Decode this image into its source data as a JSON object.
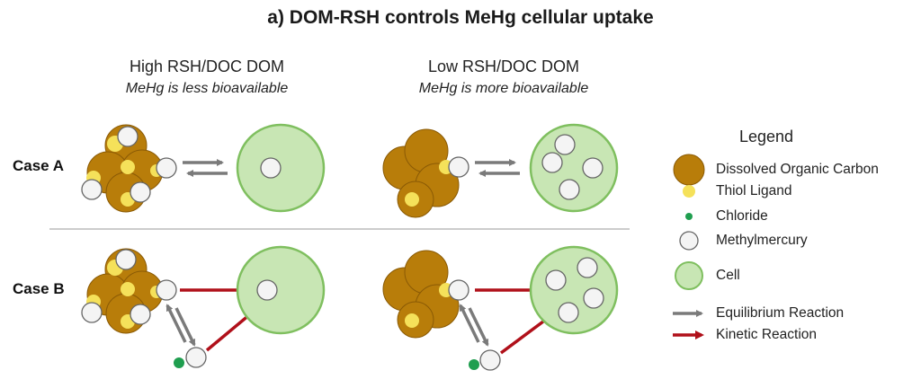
{
  "title": "a) DOM-RSH controls MeHg cellular uptake",
  "columns": [
    {
      "heading": "High RSH/DOC DOM",
      "subheading": "MeHg is less bioavailable"
    },
    {
      "heading": "Low RSH/DOC DOM",
      "subheading": "MeHg is more bioavailable"
    }
  ],
  "cases": [
    {
      "label": "Case A"
    },
    {
      "label": "Case B"
    }
  ],
  "legend": {
    "title": "Legend",
    "items": [
      {
        "label": "Dissolved Organic Carbon",
        "icon": "doc-blob-icon",
        "color": "#b87d0a"
      },
      {
        "label": "Thiol Ligand",
        "icon": "thiol-dot-icon",
        "color": "#f5e15a"
      },
      {
        "label": "Chloride",
        "icon": "chloride-dot-icon",
        "color": "#1f9e4f"
      },
      {
        "label": "Methylmercury",
        "icon": "methylmercury-circle-icon",
        "color": "#f2f2f2"
      },
      {
        "label": "Cell",
        "icon": "cell-circle-icon",
        "color": "#c8e6b4"
      },
      {
        "label": "Equilibrium Reaction",
        "icon": "gray-arrow-icon",
        "color": "#7a7a7a"
      },
      {
        "label": "Kinetic Reaction",
        "icon": "red-arrow-icon",
        "color": "#b0101a"
      }
    ]
  },
  "colors": {
    "doc": "#b87d0a",
    "doc_stroke": "#8a5a05",
    "thiol": "#f5e15a",
    "methylmercury": "#f4f4f4",
    "methylmercury_stroke": "#666666",
    "cell_fill": "#c8e6b4",
    "cell_stroke": "#7fbf5f",
    "equilibrium_arrow": "#7a7a7a",
    "kinetic_arrow": "#b0101a",
    "chloride": "#1f9e4f",
    "divider": "#bbbbbb"
  }
}
